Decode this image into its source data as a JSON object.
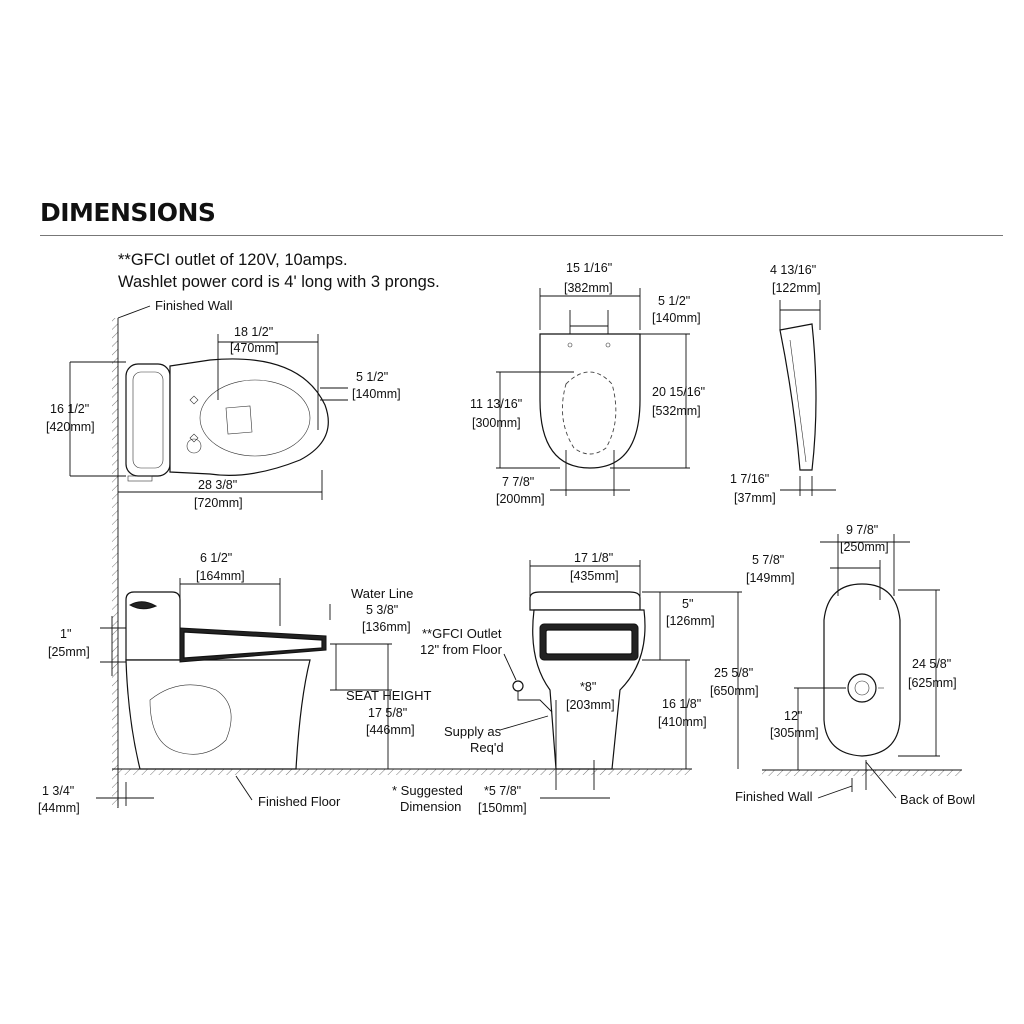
{
  "title": "DIMENSIONS",
  "note": {
    "line1": "**GFCI outlet of 120V, 10amps.",
    "line2": "Washlet power cord is 4' long with 3 prongs."
  },
  "labels": {
    "finished_wall_top": "Finished Wall",
    "water_line": "Water Line",
    "seat_height": "SEAT HEIGHT",
    "gfci_outlet_1": "**GFCI Outlet",
    "gfci_outlet_2": "12\" from Floor",
    "supply_1": "Supply as",
    "supply_2": "Req'd",
    "suggested_1": "* Suggested",
    "suggested_2": "Dimension",
    "finished_floor": "Finished Floor",
    "finished_wall_bottom": "Finished Wall",
    "back_of_bowl": "Back of Bowl"
  },
  "dims": {
    "top_view": {
      "w18": [
        "18 1/2\"",
        "[470mm]"
      ],
      "w5a": [
        "5 1/2\"",
        "[140mm]"
      ],
      "h16": [
        "16 1/2\"",
        "[420mm]"
      ],
      "w28": [
        "28 3/8\"",
        "[720mm]"
      ]
    },
    "seat_view": {
      "w15": [
        "15 1/16\"",
        "[382mm]"
      ],
      "w5b": [
        "5 1/2\"",
        "[140mm]"
      ],
      "h11": [
        "11 13/16\"",
        "[300mm]"
      ],
      "h20": [
        "20 15/16\"",
        "[532mm]"
      ],
      "w7": [
        "7 7/8\"",
        "[200mm]"
      ]
    },
    "seat_side": {
      "w4": [
        "4 13/16\"",
        "[122mm]"
      ],
      "w1": [
        "1 7/16\"",
        "[37mm]"
      ]
    },
    "side_view": {
      "w6": [
        "6 1/2\"",
        "[164mm]"
      ],
      "h1": [
        "1\"",
        "[25mm]"
      ],
      "w5c": [
        "5 3/8\"",
        "[136mm]"
      ],
      "h17": [
        "17 5/8\"",
        "[446mm]"
      ],
      "w1b": [
        "1 3/4\"",
        "[44mm]"
      ]
    },
    "front_view": {
      "w17": [
        "17 1/8\"",
        "[435mm]"
      ],
      "h5": [
        "5\"",
        "[126mm]"
      ],
      "h25": [
        "25 5/8\"",
        "[650mm]"
      ],
      "w8": [
        "*8\"",
        "[203mm]"
      ],
      "h16b": [
        "16 1/8\"",
        "[410mm]"
      ],
      "w5d": [
        "*5 7/8\"",
        "[150mm]"
      ]
    },
    "rough_view": {
      "w9": [
        "9 7/8\"",
        "[250mm]"
      ],
      "w5e": [
        "5 7/8\"",
        "[149mm]"
      ],
      "h24": [
        "24 5/8\"",
        "[625mm]"
      ],
      "h12": [
        "12\"",
        "[305mm]"
      ]
    }
  }
}
